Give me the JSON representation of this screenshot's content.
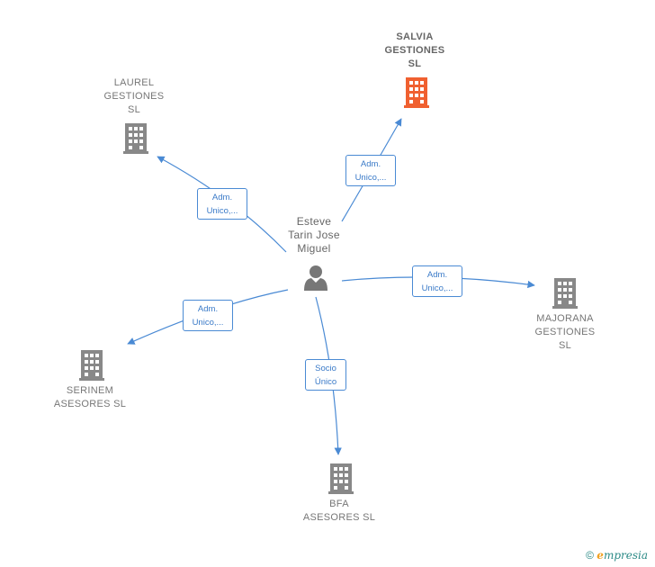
{
  "colors": {
    "edge": "#4a8ad4",
    "building": "#888888",
    "building_main": "#f06030",
    "person": "#777777"
  },
  "person": {
    "name": "Esteve\nTarin Jose\nMiguel",
    "icon": "person-icon"
  },
  "companies": [
    {
      "id": "salvia",
      "name": "SALVIA\nGESTIONES\nSL",
      "main": true,
      "icon": "building-icon"
    },
    {
      "id": "laurel",
      "name": "LAUREL\nGESTIONES\nSL",
      "main": false,
      "icon": "building-icon"
    },
    {
      "id": "majorana",
      "name": "MAJORANA\nGESTIONES\nSL",
      "main": false,
      "icon": "building-icon"
    },
    {
      "id": "serinem",
      "name": "SERINEM\nASESORES  SL",
      "main": false,
      "icon": "building-icon"
    },
    {
      "id": "bfa",
      "name": "BFA\nASESORES  SL",
      "main": false,
      "icon": "building-icon"
    }
  ],
  "edges": [
    {
      "to": "salvia",
      "label": "Adm.\nUnico,..."
    },
    {
      "to": "laurel",
      "label": "Adm.\nUnico,..."
    },
    {
      "to": "majorana",
      "label": "Adm.\nUnico,..."
    },
    {
      "to": "serinem",
      "label": "Adm.\nUnico,..."
    },
    {
      "to": "bfa",
      "label": "Socio\nÚnico"
    }
  ],
  "footer": {
    "copyright": "©",
    "brand_initial": "e",
    "brand_rest": "mpresia"
  }
}
